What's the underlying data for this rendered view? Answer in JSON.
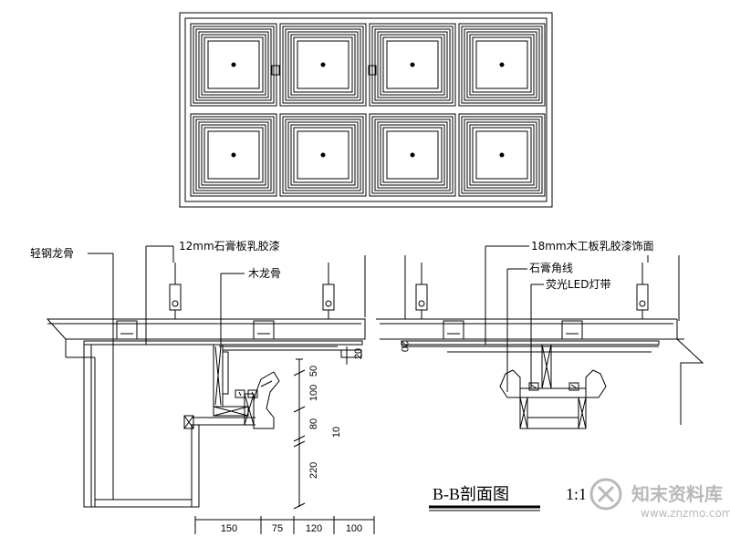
{
  "plan": {
    "rows": 2,
    "cols": 4
  },
  "labels": {
    "light_steel_keel": "轻钢龙骨",
    "gypsum_12mm": "12mm石膏板乳胶漆",
    "wood_keel": "木龙骨",
    "wood_board_18mm": "18mm木工板乳胶漆饰面",
    "gypsum_corner_line": "石膏角线",
    "led_strip": "荧光LED灯带"
  },
  "vertical_dims": [
    "50",
    "100",
    "80",
    "10",
    "220",
    "20",
    "20"
  ],
  "bottom_dims": [
    "150",
    "75",
    "120",
    "100"
  ],
  "section_title": "B-B剖面图",
  "scale_text": "1:1",
  "watermark": {
    "brand": "知末资料库",
    "url": "www.znzmo.com",
    "color": "#b9b9b9"
  }
}
